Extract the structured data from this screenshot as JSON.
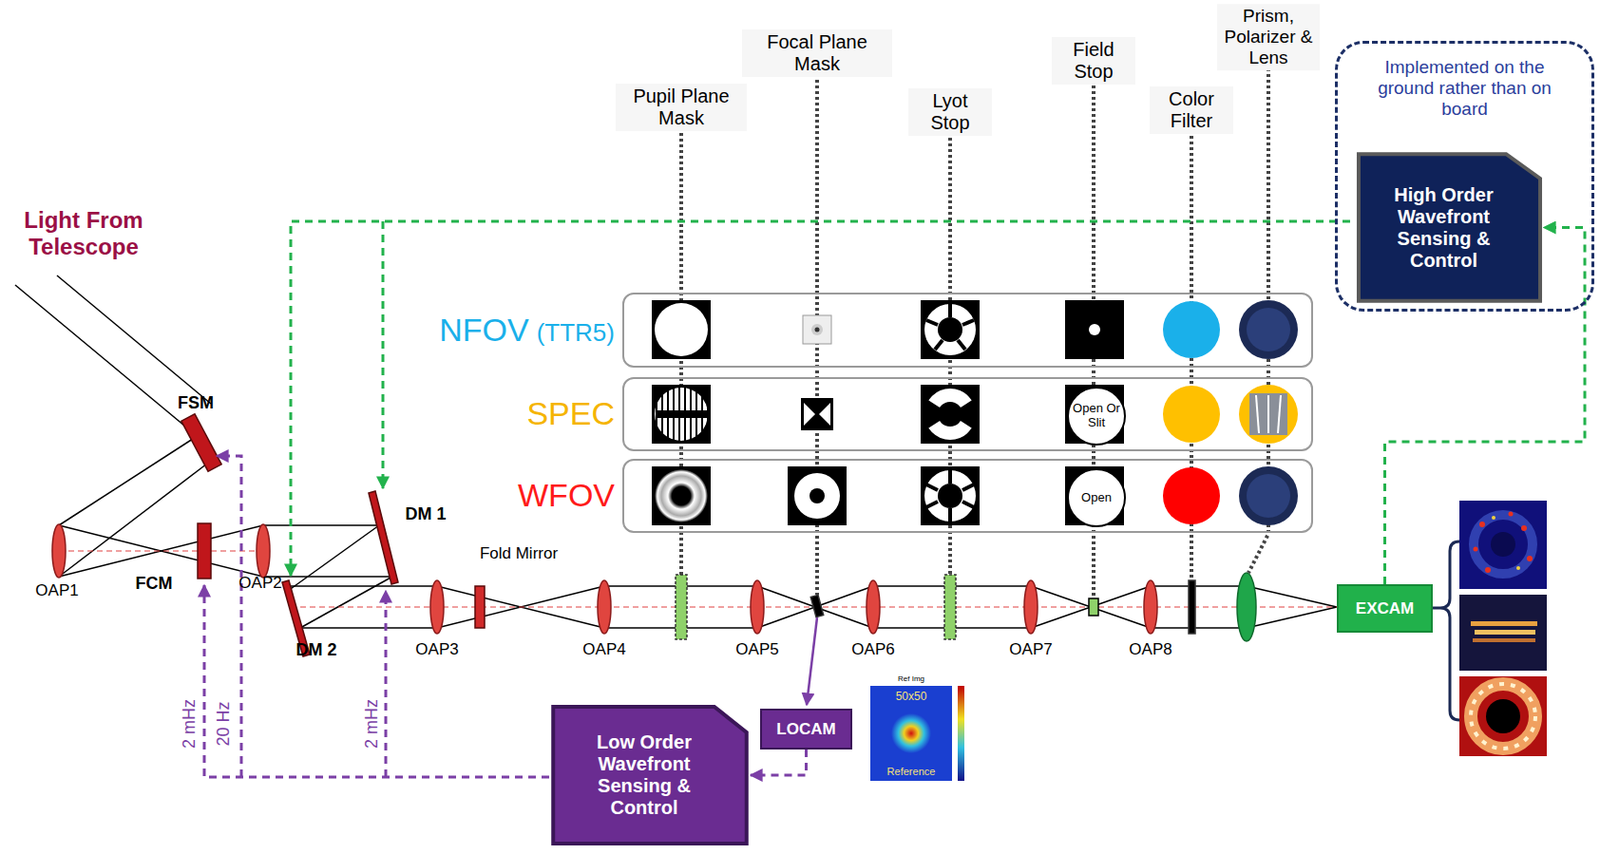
{
  "diagram": {
    "nodes": [
      {
        "text": [
          "Implemented on the ground rather than on board"
        ]
      },
      {
        "text": [
          "High Order Wavefront Sensing & Control"
        ],
        "in": 0
      },
      {
        "text": [
          "NFOV",
          "(TTR5)"
        ]
      },
      {
        "text": [
          "SPEC"
        ]
      },
      {
        "text": [
          "Open Or Slit"
        ],
        "in": 3
      },
      {
        "text": [
          "WFOV"
        ]
      },
      {
        "text": [
          "Open"
        ],
        "in": 5
      },
      {
        "text": [
          "EXCAM"
        ]
      },
      {
        "text": [
          "LOCAM"
        ]
      },
      {
        "text": [
          "Low Order Wavefront Sensing & Control"
        ]
      }
    ],
    "edges": [
      {
        "from": 7,
        "to": 1,
        "arrow": "to"
      },
      {
        "from": 8,
        "to": 9,
        "arrow": "to"
      }
    ],
    "labels": [
      "Light From Telescope",
      "FSM",
      "OAP1",
      "FCM",
      "OAP2",
      "DM 1",
      "DM 2",
      "Fold Mirror",
      "OAP3",
      "OAP4",
      "OAP5",
      "OAP6",
      "OAP7",
      "OAP8",
      "Pupil Plane Mask",
      "Focal Plane Mask",
      "Lyot Stop",
      "Field Stop",
      "Color Filter",
      "Prism, Polarizer & Lens",
      "2 mHz",
      "20 Hz",
      "2 mHz",
      "Ref Img",
      "50x50",
      "Reference"
    ]
  }
}
